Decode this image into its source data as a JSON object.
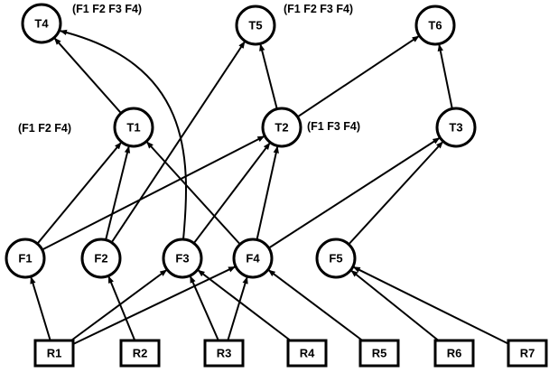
{
  "nodes": {
    "T4": {
      "label": "T4",
      "shape": "circle"
    },
    "T5": {
      "label": "T5",
      "shape": "circle"
    },
    "T6": {
      "label": "T6",
      "shape": "circle"
    },
    "T1": {
      "label": "T1",
      "shape": "circle"
    },
    "T2": {
      "label": "T2",
      "shape": "circle"
    },
    "T3": {
      "label": "T3",
      "shape": "circle"
    },
    "F1": {
      "label": "F1",
      "shape": "circle"
    },
    "F2": {
      "label": "F2",
      "shape": "circle"
    },
    "F3": {
      "label": "F3",
      "shape": "circle"
    },
    "F4": {
      "label": "F4",
      "shape": "circle"
    },
    "F5": {
      "label": "F5",
      "shape": "circle"
    },
    "R1": {
      "label": "R1",
      "shape": "box"
    },
    "R2": {
      "label": "R2",
      "shape": "box"
    },
    "R3": {
      "label": "R3",
      "shape": "box"
    },
    "R4": {
      "label": "R4",
      "shape": "box"
    },
    "R5": {
      "label": "R5",
      "shape": "box"
    },
    "R6": {
      "label": "R6",
      "shape": "box"
    },
    "R7": {
      "label": "R7",
      "shape": "box"
    }
  },
  "edges": [
    {
      "from": "R1",
      "to": "F1"
    },
    {
      "from": "R1",
      "to": "F3"
    },
    {
      "from": "R1",
      "to": "F4"
    },
    {
      "from": "R2",
      "to": "F2"
    },
    {
      "from": "R3",
      "to": "F3"
    },
    {
      "from": "R3",
      "to": "F4"
    },
    {
      "from": "R4",
      "to": "F3"
    },
    {
      "from": "R5",
      "to": "F4"
    },
    {
      "from": "R6",
      "to": "F5"
    },
    {
      "from": "R7",
      "to": "F5"
    },
    {
      "from": "F1",
      "to": "T1"
    },
    {
      "from": "F1",
      "to": "T2"
    },
    {
      "from": "F2",
      "to": "T1"
    },
    {
      "from": "F2",
      "to": "T5"
    },
    {
      "from": "F3",
      "to": "T2"
    },
    {
      "from": "F3",
      "to": "T4"
    },
    {
      "from": "F4",
      "to": "T1"
    },
    {
      "from": "F4",
      "to": "T2"
    },
    {
      "from": "F4",
      "to": "T3"
    },
    {
      "from": "F5",
      "to": "T3"
    },
    {
      "from": "T1",
      "to": "T4"
    },
    {
      "from": "T2",
      "to": "T5"
    },
    {
      "from": "T2",
      "to": "T6"
    },
    {
      "from": "T3",
      "to": "T6"
    }
  ],
  "annotations": {
    "t4": "(F1 F2 F3 F4)",
    "t5": "(F1 F2 F3 F4)",
    "t1": "(F1 F2 F4)",
    "t2": "(F1 F3 F4)"
  }
}
